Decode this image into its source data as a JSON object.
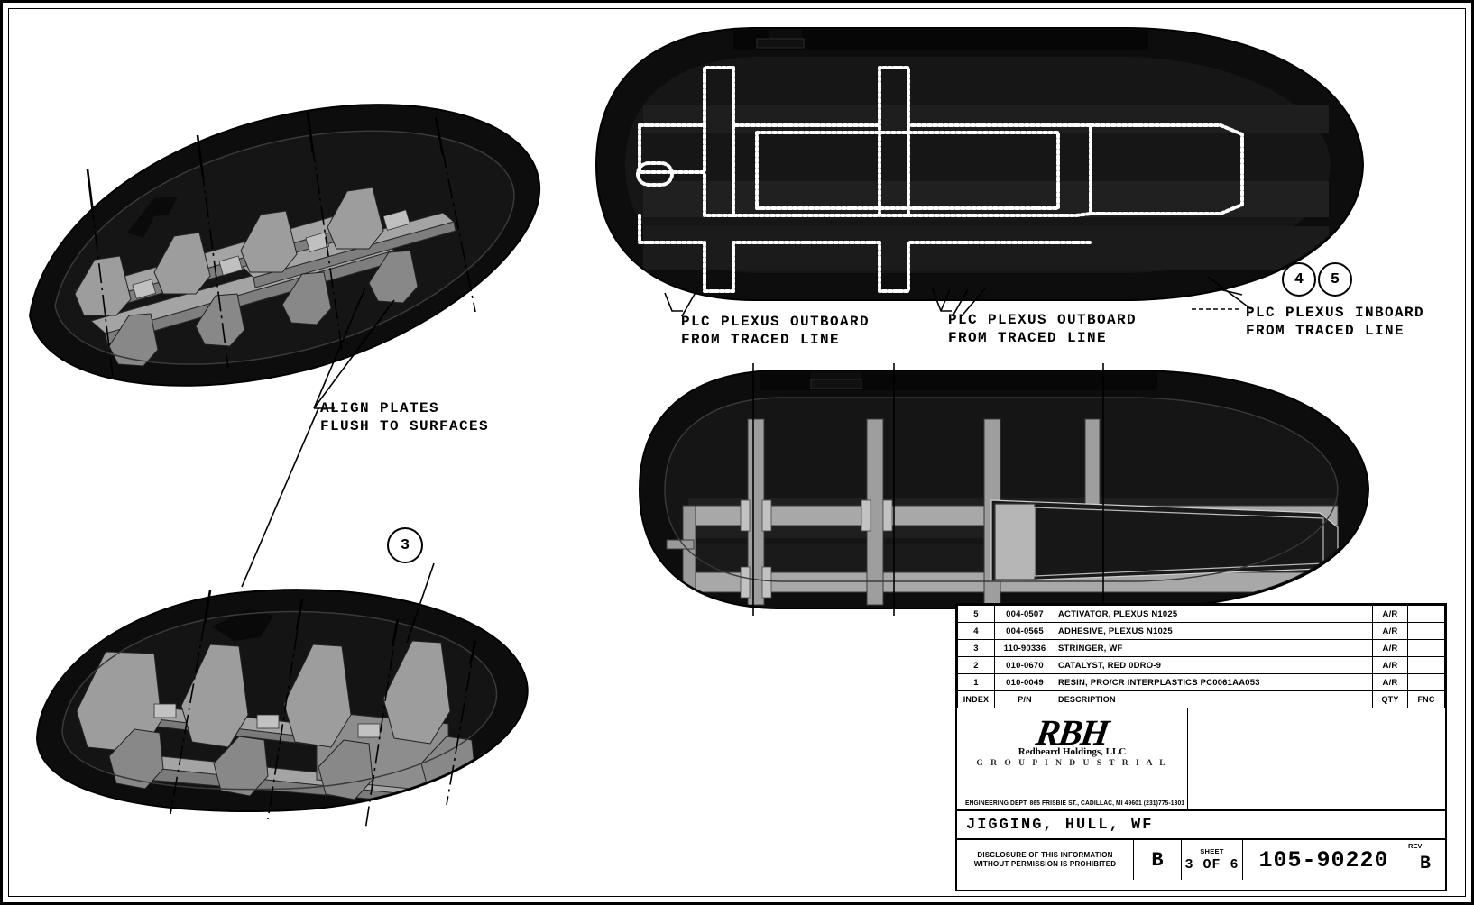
{
  "sheet": {
    "drawing_number": "105-90220",
    "title": "JIGGING, HULL, WF",
    "size": "B",
    "sheet_label": "SHEET",
    "sheet_value": "3 OF 6",
    "rev_label": "REV",
    "rev_value": "B",
    "disclaimer_line1": "DISCLOSURE OF THIS INFORMATION",
    "disclaimer_line2": "WITHOUT PERMISSION IS PROHIBITED"
  },
  "company": {
    "logo_mark": "RBH",
    "logo_name": "Redbeard Holdings, LLC",
    "logo_tagline": "G R O U P   I N D U S T R I A L",
    "address": "ENGINEERING DEPT. 865 FRISBIE ST., CADILLAC, MI 49601 (231)775-1301"
  },
  "parts_table": {
    "headers": {
      "index": "INDEX",
      "pn": "P/N",
      "description": "DESCRIPTION",
      "qty": "QTY",
      "fnc": "FNC"
    },
    "rows": [
      {
        "index": "5",
        "pn": "004-0507",
        "description": "ACTIVATOR, PLEXUS N1025",
        "qty": "A/R",
        "fnc": ""
      },
      {
        "index": "4",
        "pn": "004-0565",
        "description": "ADHESIVE, PLEXUS N1025",
        "qty": "A/R",
        "fnc": ""
      },
      {
        "index": "3",
        "pn": "110-90336",
        "description": "STRINGER, WF",
        "qty": "A/R",
        "fnc": ""
      },
      {
        "index": "2",
        "pn": "010-0670",
        "description": "CATALYST, RED 0DRO-9",
        "qty": "A/R",
        "fnc": ""
      },
      {
        "index": "1",
        "pn": "010-0049",
        "description": "RESIN, PRO/CR INTERPLASTICS PC0061AA053",
        "qty": "A/R",
        "fnc": ""
      }
    ]
  },
  "notes": {
    "align_plates": "ALIGN PLATES\nFLUSH TO SURFACES",
    "plexus_outboard_left": "PLC PLEXUS OUTBOARD\nFROM TRACED LINE",
    "plexus_outboard_right": "PLC PLEXUS OUTBOARD\nFROM TRACED LINE",
    "plexus_inboard": "PLC PLEXUS INBOARD\nFROM TRACED LINE"
  },
  "balloons": {
    "item_3": "3",
    "item_4": "4",
    "item_5": "5"
  },
  "views": {
    "iso_top_left": "hull-isometric-upper",
    "iso_bottom_left": "hull-isometric-lower",
    "plan_top_right": "hull-plan-traced",
    "plan_bottom_right": "hull-plan-stringers"
  },
  "colors": {
    "ink": "#000000",
    "paper": "#ffffff",
    "hull_dark": "#0d0d0d",
    "part_gray": "#9a9a9a",
    "part_gray_light": "#bdbdbd",
    "part_gray_dark": "#6d6d6d"
  }
}
